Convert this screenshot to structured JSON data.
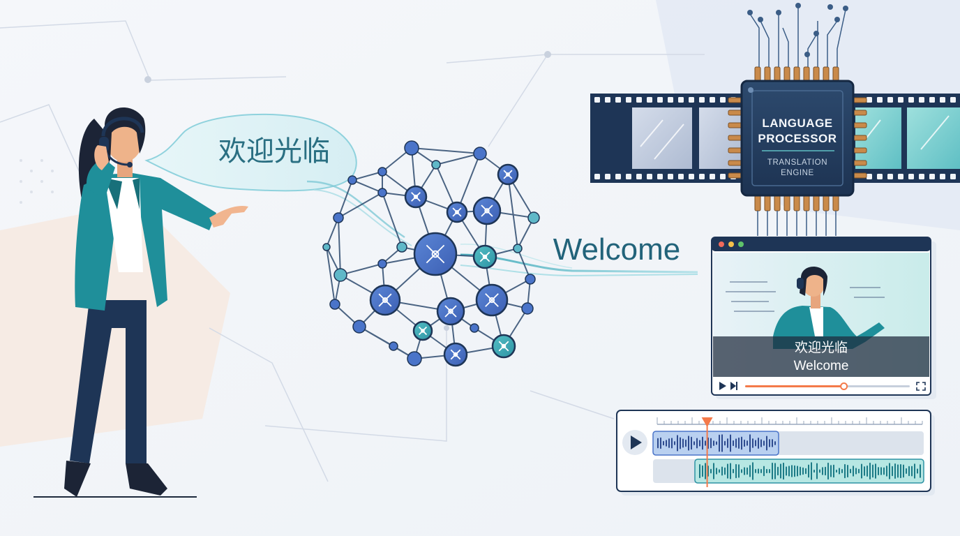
{
  "speech_bubble": {
    "source_text": "欢迎光临"
  },
  "network": {
    "output_text": "Welcome"
  },
  "processor": {
    "title_line1": "LANGUAGE",
    "title_line2": "PROCESSOR",
    "subtitle_line1": "TRANSLATION",
    "subtitle_line2": "ENGINE"
  },
  "video_player": {
    "subtitle_source": "欢迎光临",
    "subtitle_translation": "Welcome",
    "progress": 0.6
  },
  "audio_timeline": {
    "playhead": 0.2
  },
  "colors": {
    "teal": "#1f8f9a",
    "navy": "#1e3556",
    "accent": "#f47a4a",
    "node": "#4a74c9"
  }
}
